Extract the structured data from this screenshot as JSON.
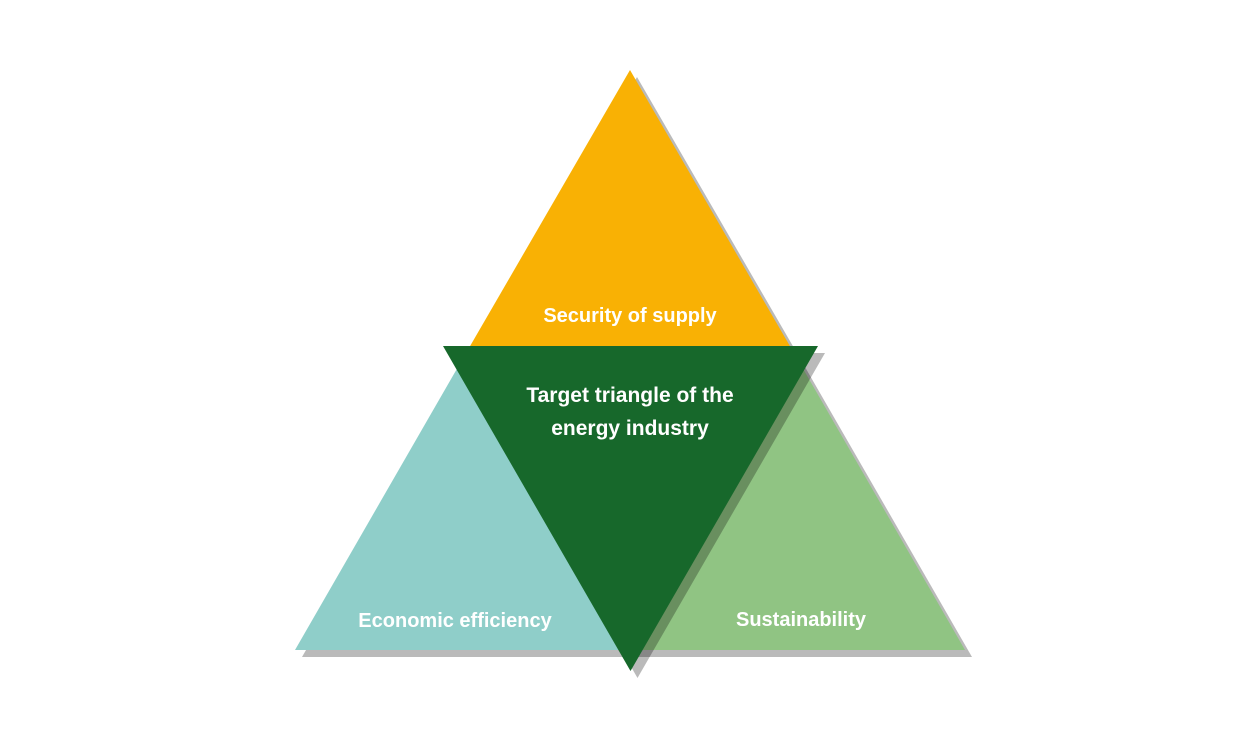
{
  "diagram": {
    "background_color": "#FFFFFF",
    "text_color": "#FFFFFF",
    "shadow_color": "rgba(0,0,0,0.27)",
    "center": {
      "label_line1": "Target triangle of the",
      "label_line2": "energy industry",
      "color": "#17682B"
    },
    "nodes": [
      {
        "label": "Security of supply",
        "position": "top",
        "color": "#F9B104"
      },
      {
        "label": "Economic efficiency",
        "position": "bottom-left",
        "color": "#8FCEC9"
      },
      {
        "label": "Sustainability",
        "position": "bottom-right",
        "color": "#90C483"
      }
    ]
  }
}
